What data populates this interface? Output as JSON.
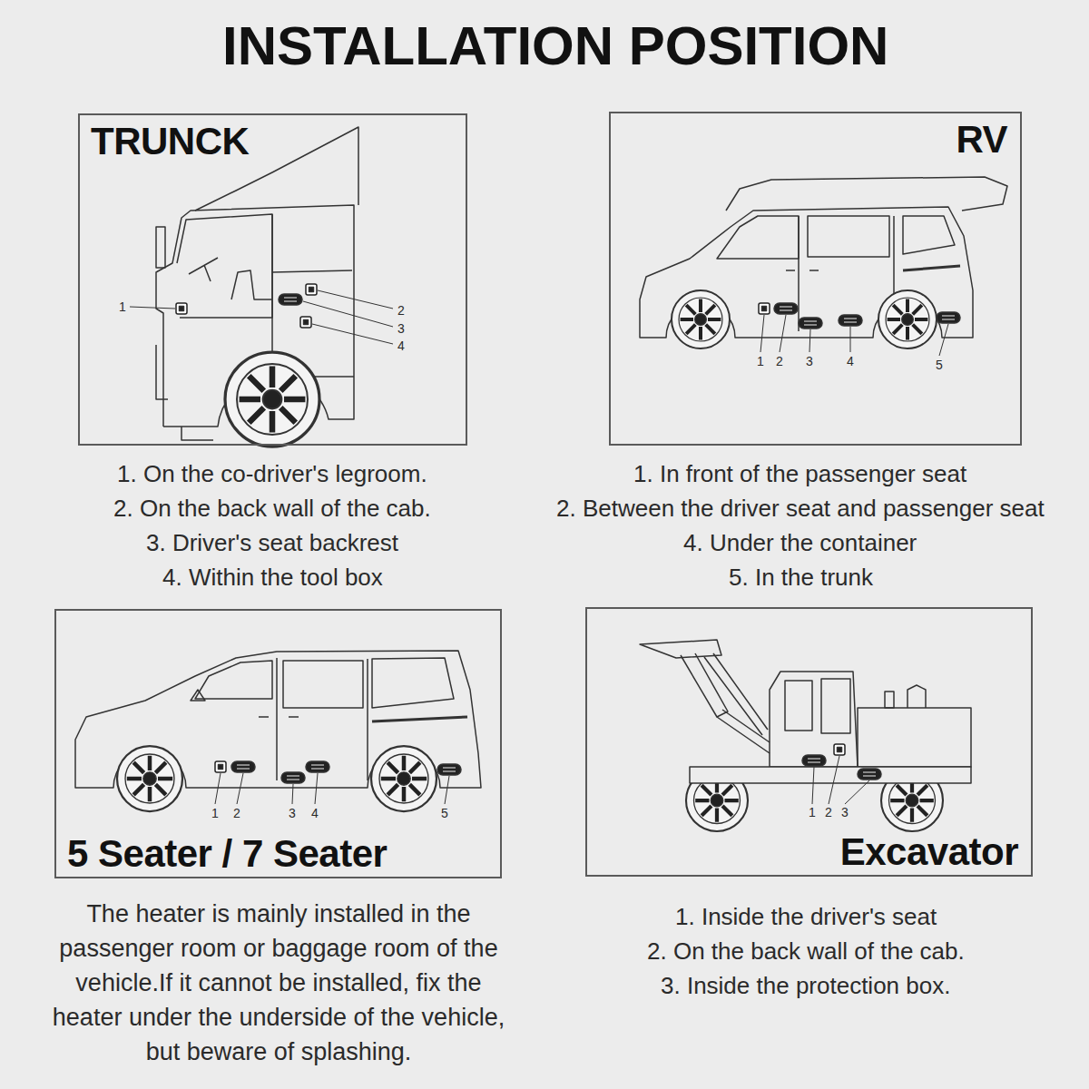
{
  "diagram": {
    "title": "INSTALLATION POSITION",
    "nodes": [
      {
        "text": [
          "TRUNCK"
        ]
      },
      {
        "text": [
          "RV"
        ]
      },
      {
        "text": [
          "5 Seater / 7 Seater"
        ]
      },
      {
        "text": [
          "Excavator"
        ]
      }
    ],
    "labels": [
      "1",
      "2",
      "3",
      "4",
      "1. On the co-driver's legroom.",
      "2. On the back wall of the cab.",
      "3. Driver's seat backrest",
      "4. Within the tool box",
      "1",
      "2",
      "3",
      "4",
      "5",
      "1. In front of the passenger seat",
      "2. Between the driver seat and passenger seat",
      "4. Under the container",
      "5. In the trunk",
      "1",
      "2",
      "3",
      "4",
      "5",
      "The heater is mainly installed in the passenger room or baggage room of the vehicle.If it cannot be installed, fix the heater under the underside of the vehicle, but beware of splashing.",
      "1",
      "2",
      "3",
      "1. Inside the driver's seat",
      "2. On the back wall of the cab.",
      "3. Inside the protection box."
    ]
  }
}
